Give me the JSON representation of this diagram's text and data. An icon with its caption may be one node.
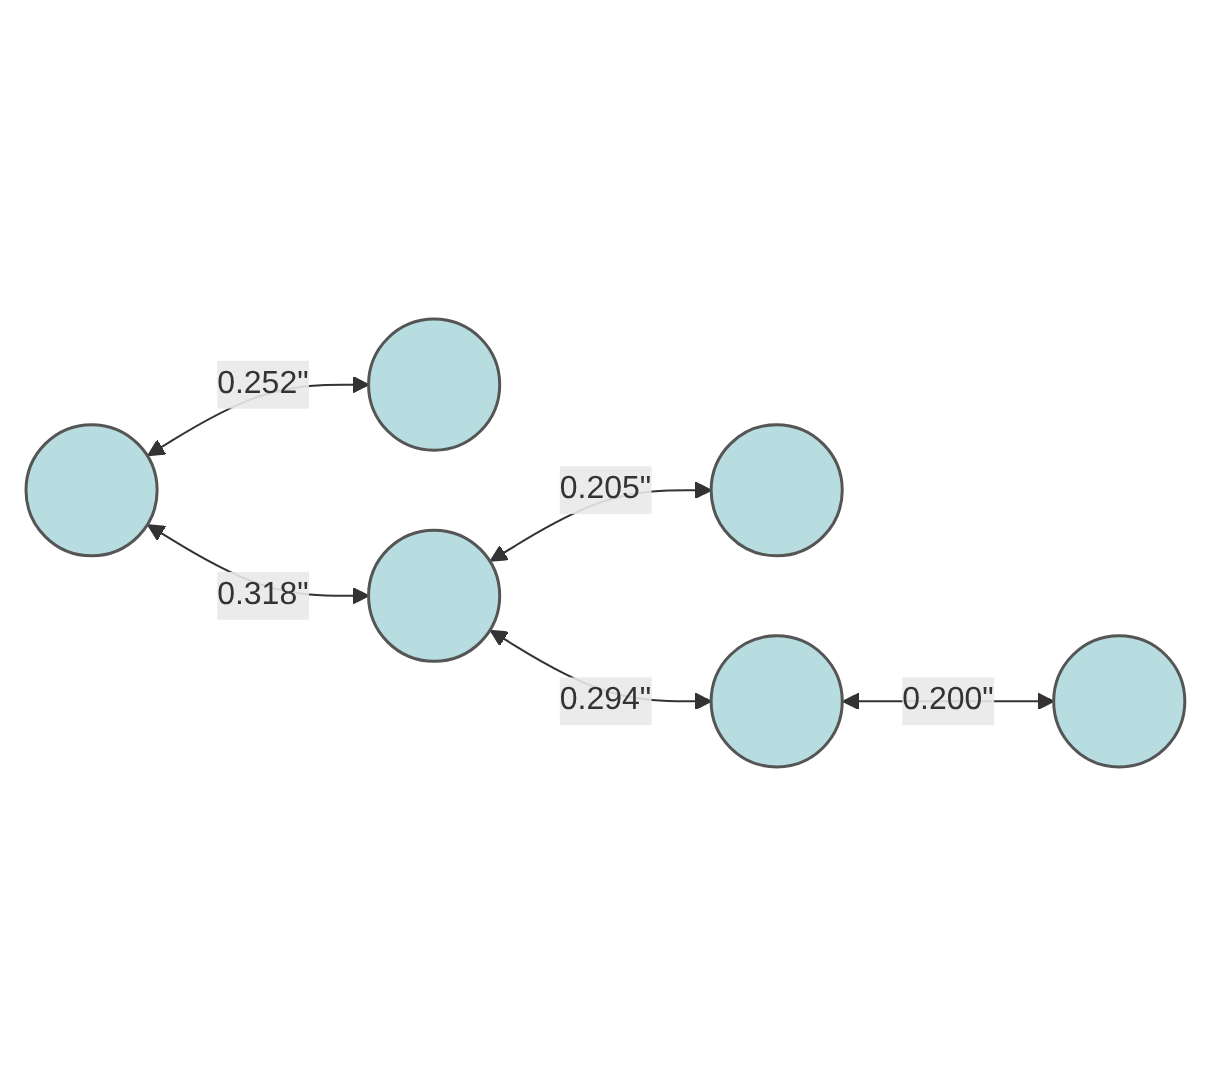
{
  "diagram": {
    "nodes": [
      {
        "text": [],
        "shape": "circle"
      },
      {
        "text": [],
        "shape": "circle"
      },
      {
        "text": [],
        "shape": "circle"
      },
      {
        "text": [],
        "shape": "circle"
      },
      {
        "text": [],
        "shape": "circle"
      },
      {
        "text": [],
        "shape": "circle"
      }
    ],
    "edges": [
      {
        "from": 2,
        "to": 0,
        "arrow": "both",
        "label": "0.252\""
      },
      {
        "from": 2,
        "to": 3,
        "arrow": "both",
        "label": "0.318\""
      },
      {
        "from": 3,
        "to": 1,
        "arrow": "both",
        "label": "0.205\""
      },
      {
        "from": 3,
        "to": 4,
        "arrow": "both",
        "label": "0.294\""
      },
      {
        "from": 4,
        "to": 5,
        "arrow": "both",
        "label": "0.200\""
      }
    ]
  }
}
